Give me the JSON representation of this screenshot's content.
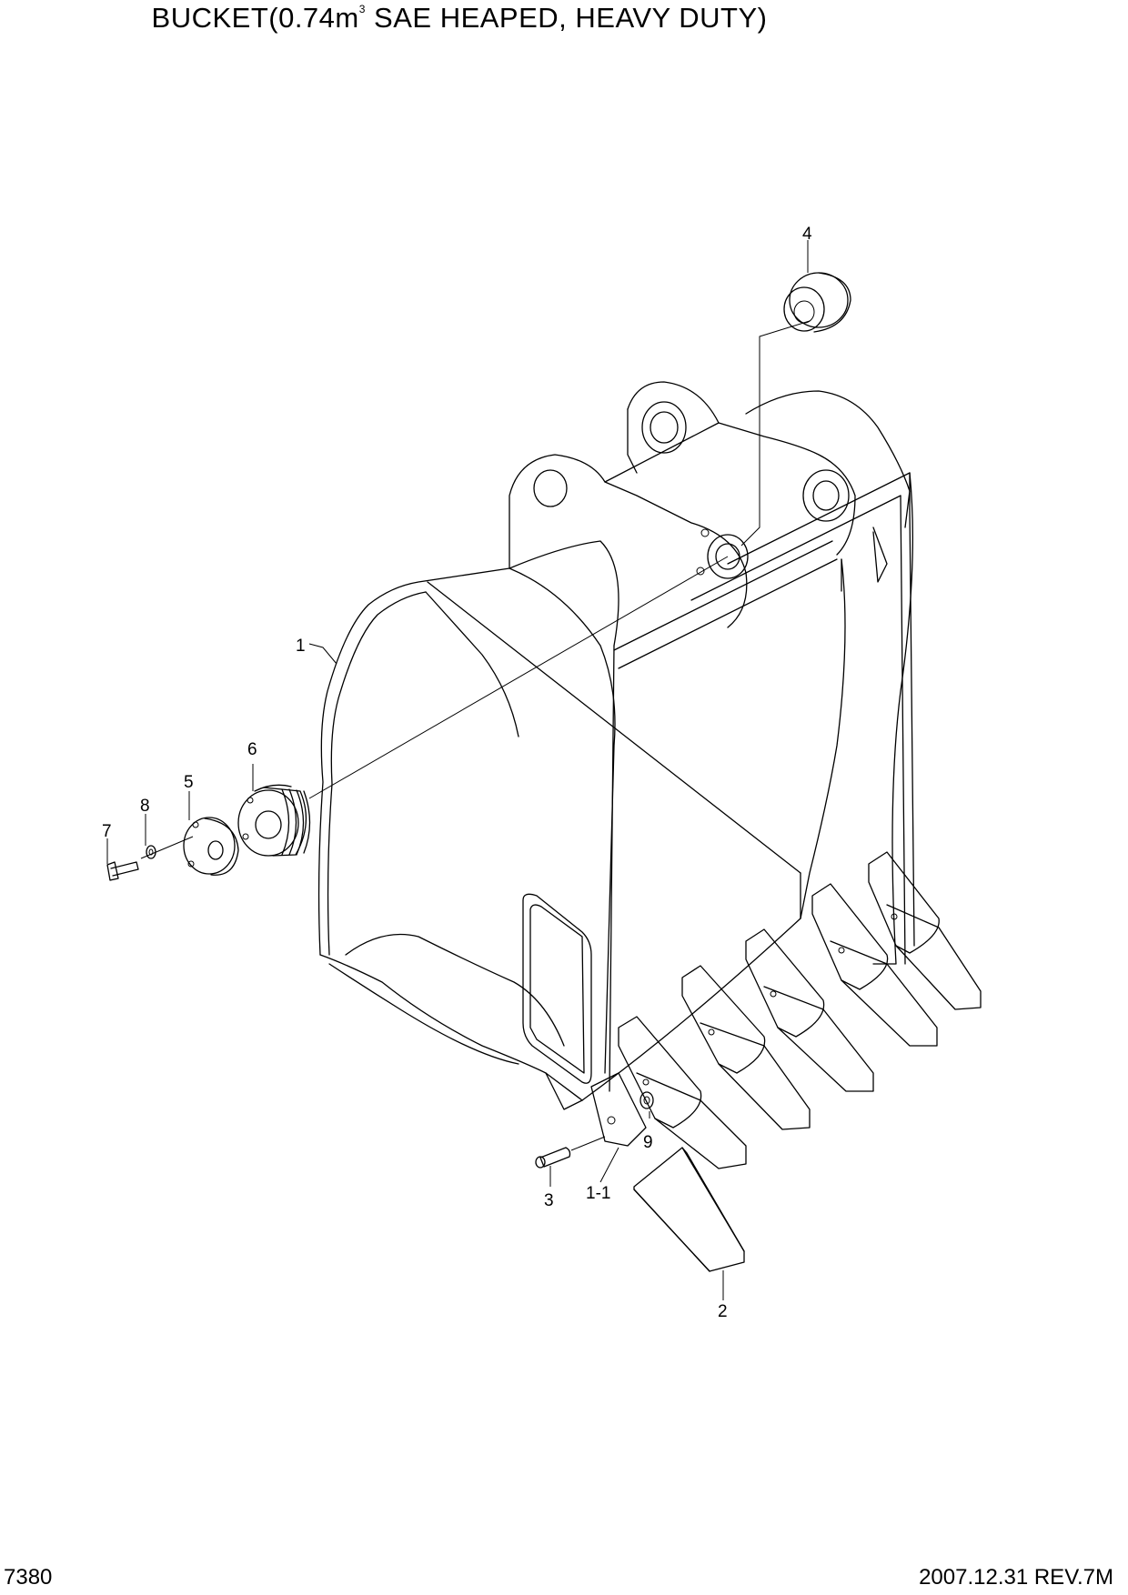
{
  "title": {
    "prefix": "BUCKET(0.74m",
    "superscript": "3",
    "suffix": " SAE HEAPED, HEAVY DUTY)"
  },
  "footer": {
    "page_number": "7380",
    "revision": "2007.12.31  REV.7M"
  },
  "callouts": {
    "c1": "1",
    "c1_1": "1-1",
    "c2": "2",
    "c3": "3",
    "c4": "4",
    "c5": "5",
    "c6": "6",
    "c7": "7",
    "c8": "8",
    "c9": "9"
  }
}
